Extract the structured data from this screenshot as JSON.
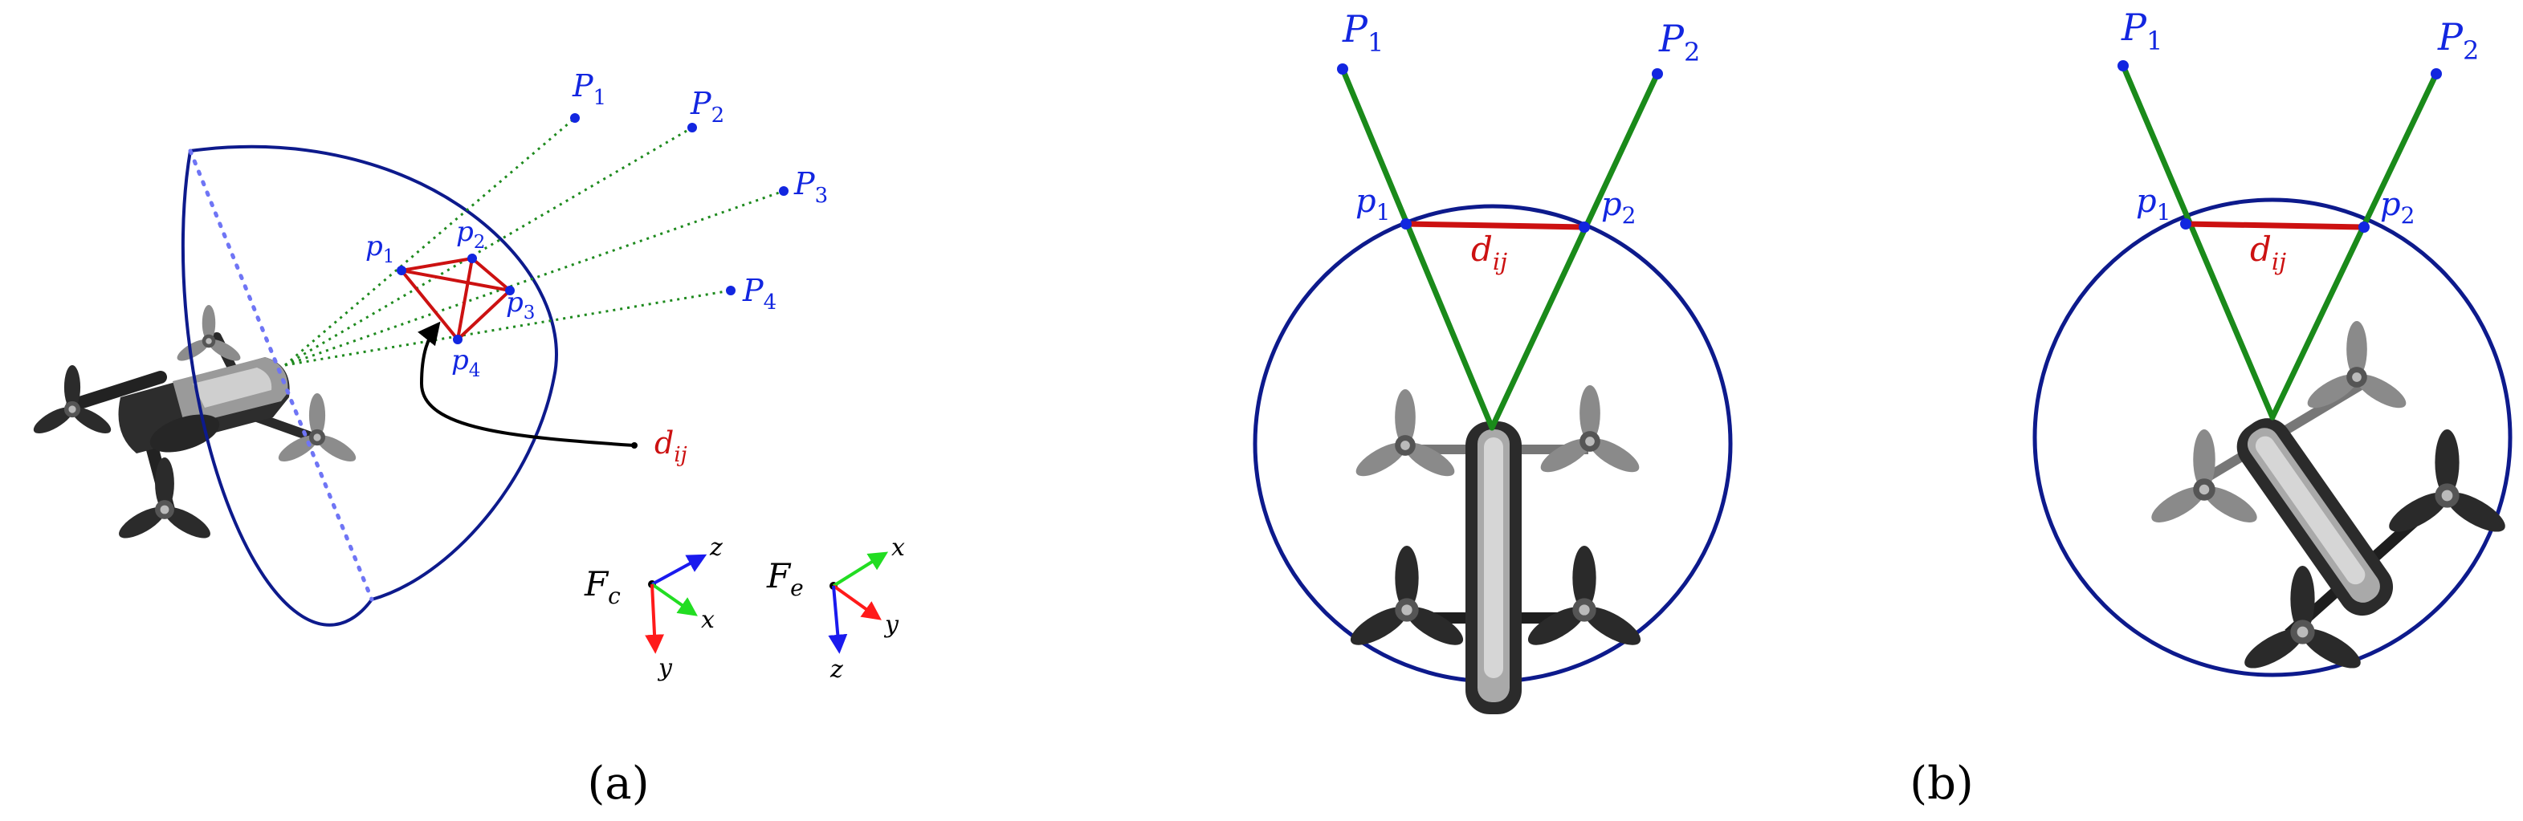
{
  "colors": {
    "sphere": "#0d1a8c",
    "points": "#1226e0",
    "ray_dotted": "#1e8a1e",
    "ray_solid": "#1a8a1a",
    "distance": "#cc1111",
    "black": "#000000",
    "axis_red": "#ff1a1a",
    "axis_green": "#22dd22",
    "axis_blue": "#1a1aee"
  },
  "panel_a": {
    "world_points": [
      {
        "label": "P",
        "sub": "1"
      },
      {
        "label": "P",
        "sub": "2"
      },
      {
        "label": "P",
        "sub": "3"
      },
      {
        "label": "P",
        "sub": "4"
      }
    ],
    "image_points": [
      {
        "label": "p",
        "sub": "1"
      },
      {
        "label": "p",
        "sub": "2"
      },
      {
        "label": "p",
        "sub": "3"
      },
      {
        "label": "p",
        "sub": "4"
      }
    ],
    "distance_label": {
      "label": "d",
      "sub": "ij"
    },
    "frames": [
      {
        "label": "F",
        "sub": "c",
        "axes": [
          "z",
          "x",
          "y"
        ]
      },
      {
        "label": "F",
        "sub": "e",
        "axes": [
          "x",
          "y",
          "z"
        ]
      }
    ]
  },
  "panel_b": {
    "views": [
      {
        "world_points": [
          {
            "label": "P",
            "sub": "1"
          },
          {
            "label": "P",
            "sub": "2"
          }
        ],
        "image_points": [
          {
            "label": "p",
            "sub": "1"
          },
          {
            "label": "p",
            "sub": "2"
          }
        ],
        "distance_label": {
          "label": "d",
          "sub": "ij"
        }
      },
      {
        "world_points": [
          {
            "label": "P",
            "sub": "1"
          },
          {
            "label": "P",
            "sub": "2"
          }
        ],
        "image_points": [
          {
            "label": "p",
            "sub": "1"
          },
          {
            "label": "p",
            "sub": "2"
          }
        ],
        "distance_label": {
          "label": "d",
          "sub": "ij"
        }
      }
    ]
  },
  "captions": {
    "a": "(a)",
    "b": "(b)"
  }
}
